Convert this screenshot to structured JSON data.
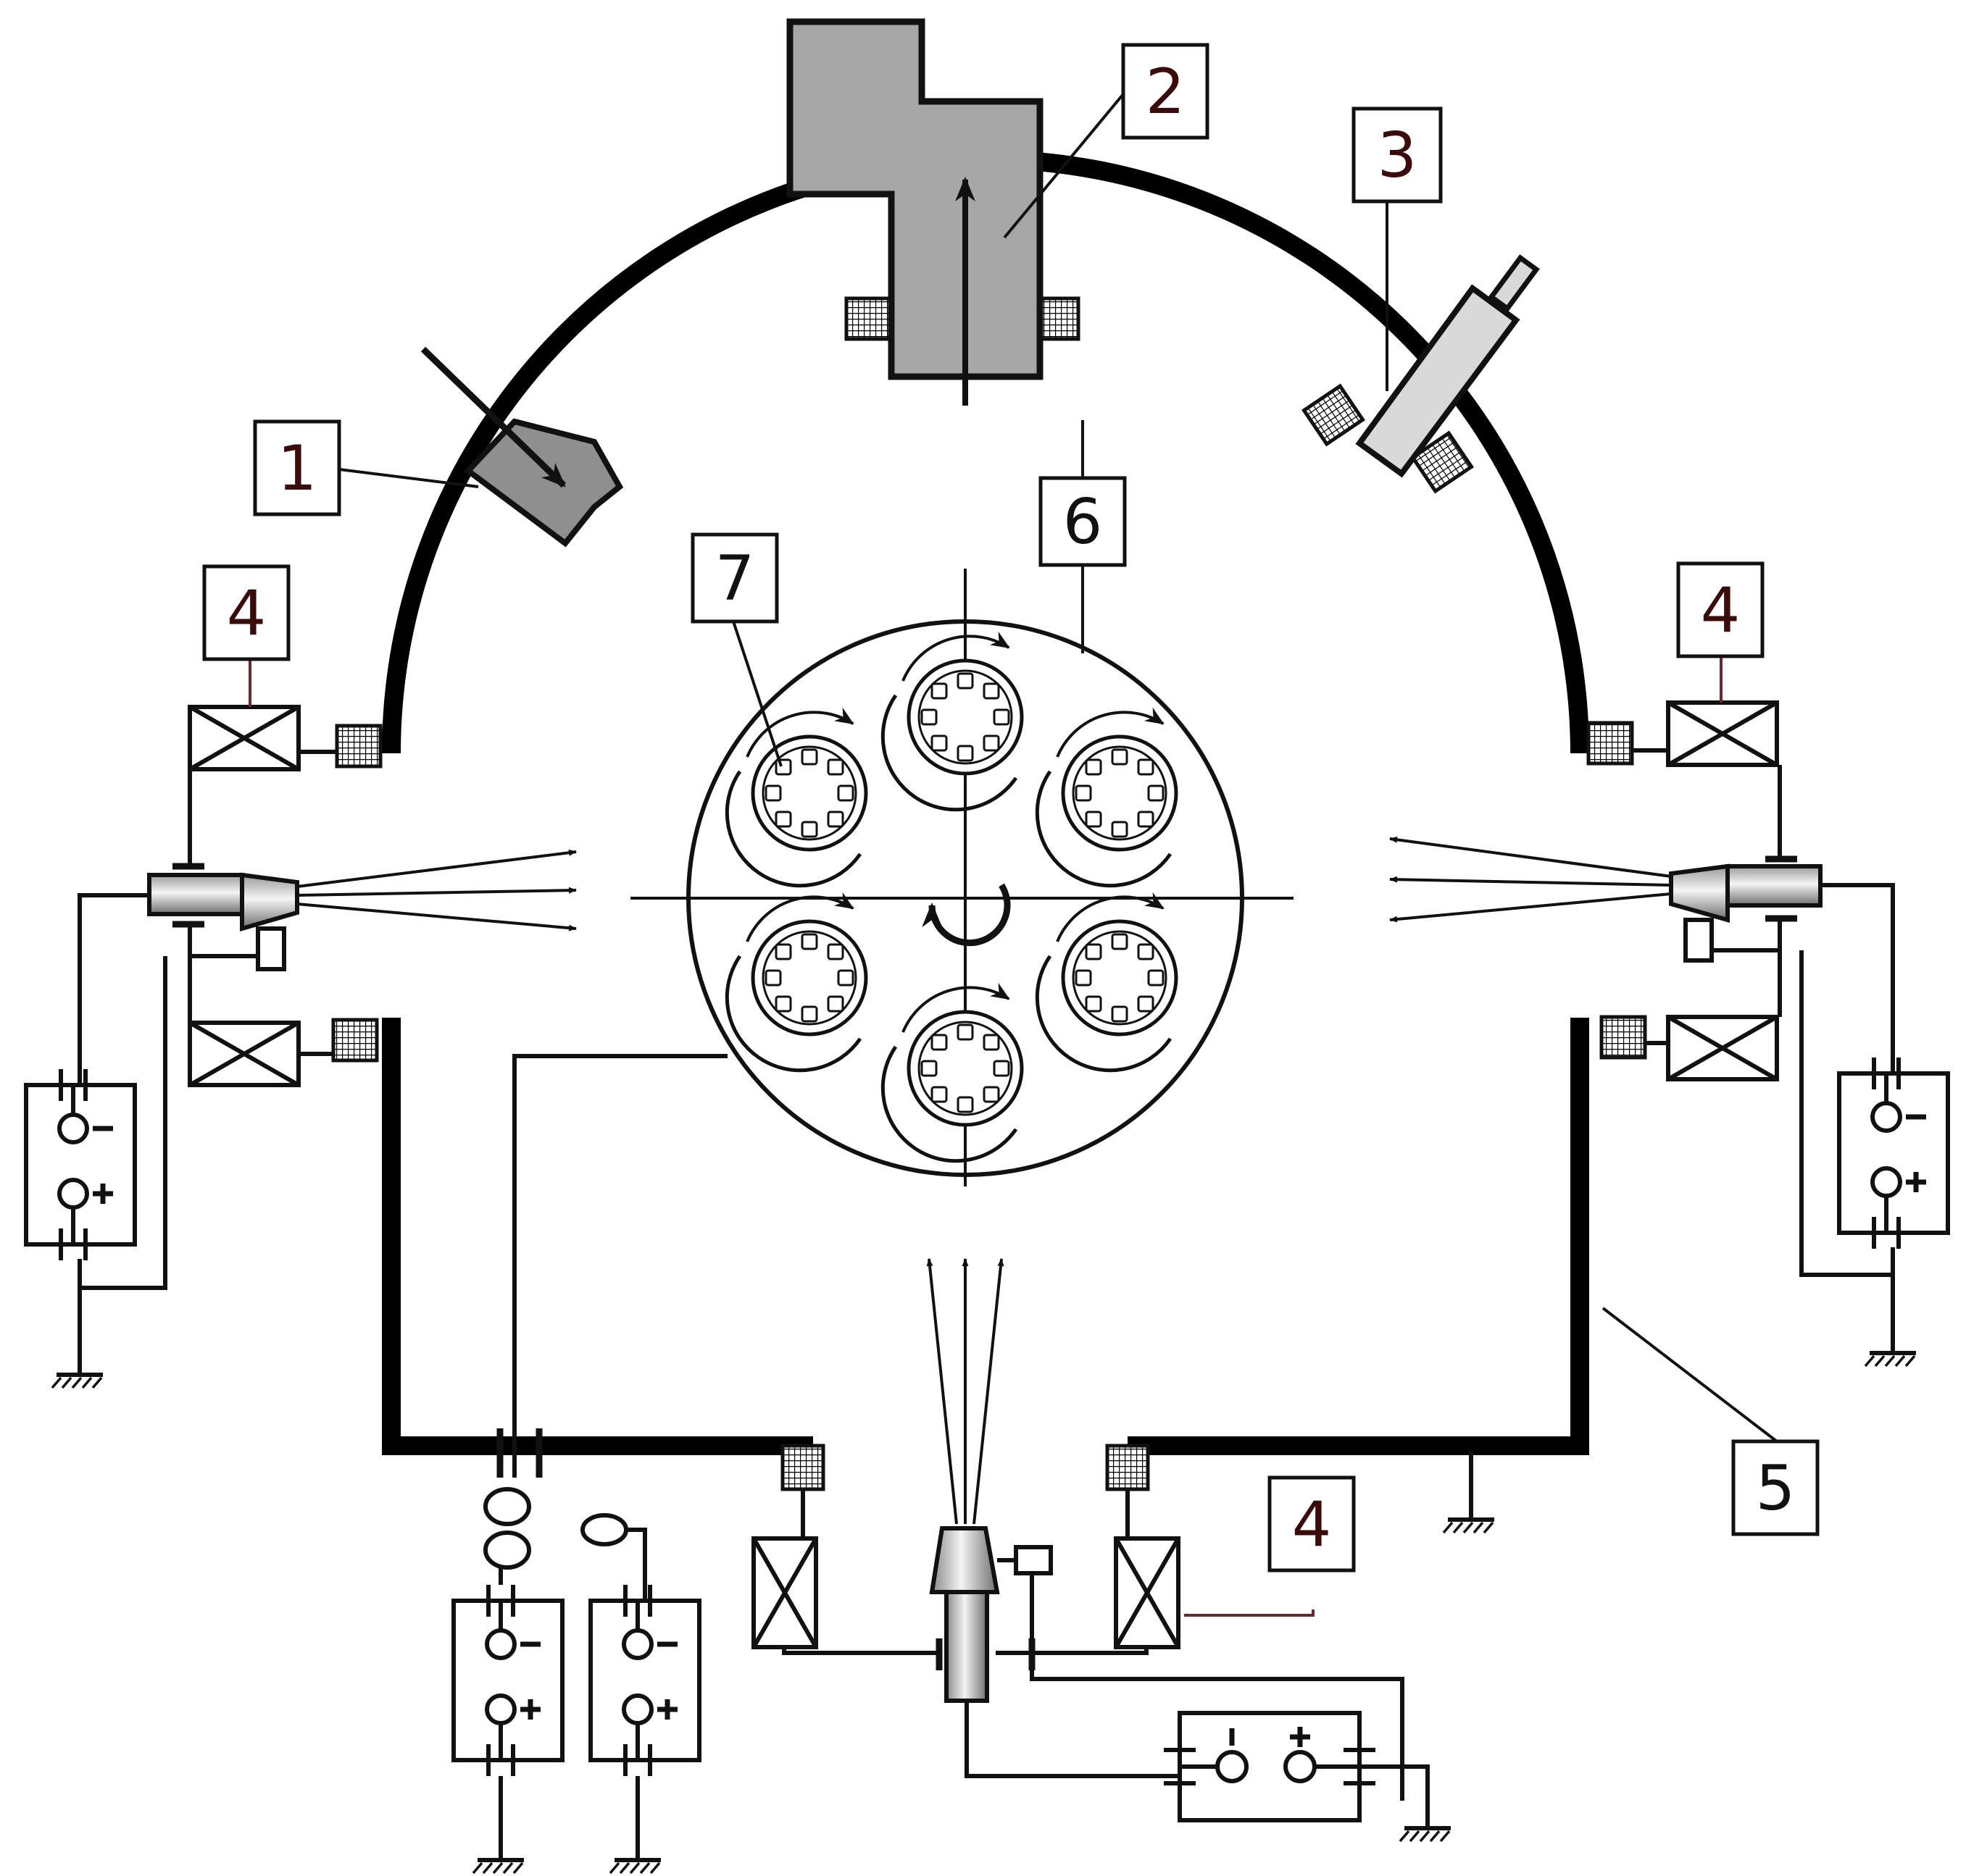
{
  "labels": {
    "l1": "1",
    "l2": "2",
    "l3": "3",
    "l4a": "4",
    "l4b": "4",
    "l4c": "4",
    "l5": "5",
    "l6": "6",
    "l7": "7"
  },
  "polarity": {
    "minus": "–",
    "plus": "+",
    "bar": "I"
  },
  "colors": {
    "line": "#000000",
    "fill_gray": "#a6a6a6",
    "fill_light": "#d9d9d9",
    "label_text": "#3b0a0a",
    "label_text_dark": "#111111"
  },
  "icons": [
    "mesh-insulator-icon",
    "coil-icon",
    "power-supply-icon",
    "ground-icon",
    "rotation-arrow-icon"
  ]
}
